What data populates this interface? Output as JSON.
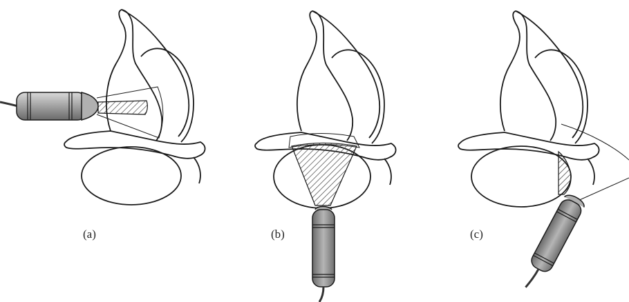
{
  "figure": {
    "panels": [
      {
        "id": "a",
        "label": "(a)"
      },
      {
        "id": "b",
        "label": "(b)"
      },
      {
        "id": "c",
        "label": "(c)"
      }
    ]
  },
  "colors": {
    "ink": "#1a1a1a",
    "probe_body": "#9a9a9a",
    "probe_shadow": "#6f6f6f",
    "hatch": "#333333",
    "background": "#ffffff"
  }
}
